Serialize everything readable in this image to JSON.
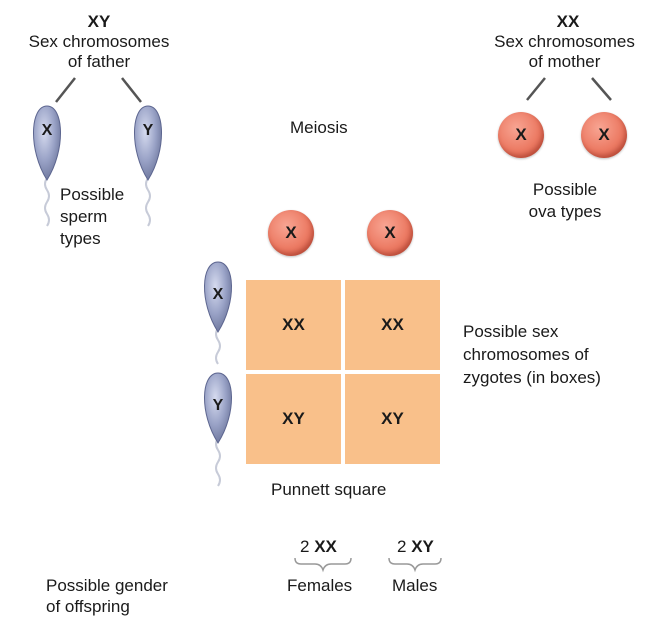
{
  "father": {
    "genotype": "XY",
    "caption_line1": "Sex chromosomes",
    "caption_line2": "of father"
  },
  "mother": {
    "genotype": "XX",
    "caption_line1": "Sex chromosomes",
    "caption_line2": "of mother"
  },
  "meiosis_label": "Meiosis",
  "sperm": {
    "chromosomes": [
      "X",
      "Y"
    ],
    "caption": [
      "Possible",
      "sperm",
      "types"
    ]
  },
  "ova": {
    "chromosomes": [
      "X",
      "X"
    ],
    "caption": [
      "Possible",
      "ova types"
    ]
  },
  "punnett": {
    "column_headers": [
      "X",
      "X"
    ],
    "row_headers": [
      "X",
      "Y"
    ],
    "cells": [
      [
        "XX",
        "XX"
      ],
      [
        "XY",
        "XY"
      ]
    ],
    "label": "Punnett square",
    "zygote_caption": [
      "Possible sex",
      "chromosomes of",
      "zygotes (in boxes)"
    ]
  },
  "offspring": {
    "caption": [
      "Possible gender",
      "of offspring"
    ],
    "female": {
      "count": "2",
      "genotype": "XX",
      "label": "Females"
    },
    "male": {
      "count": "2",
      "genotype": "XY",
      "label": "Males"
    }
  },
  "colors": {
    "ovum": "#ec7a63",
    "sperm_head": "#9aa3c7",
    "punnett_cell": "#f9c08a",
    "text": "#1a1a1a"
  }
}
